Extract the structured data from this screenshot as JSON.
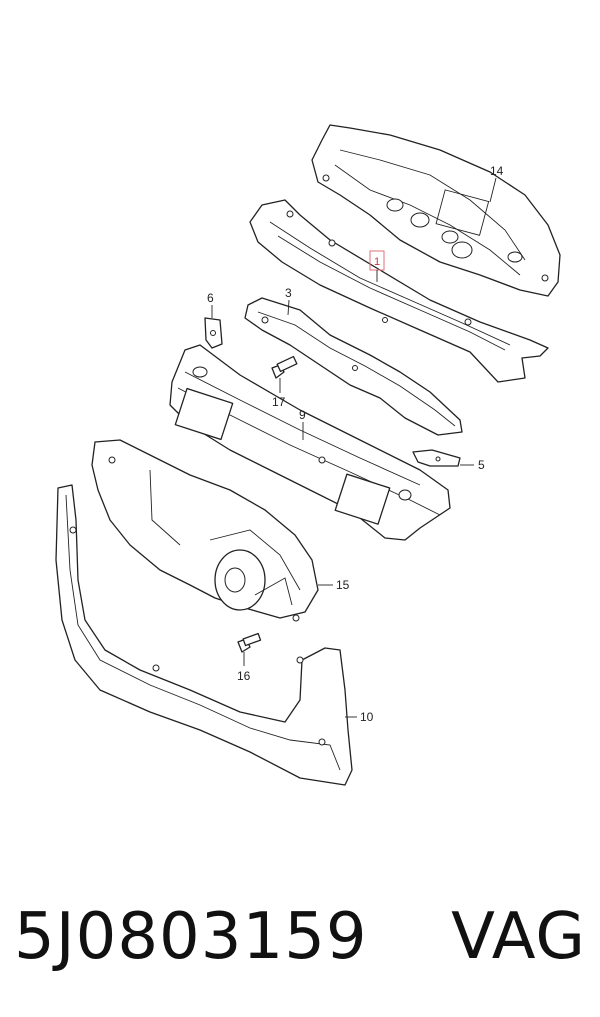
{
  "diagram": {
    "callouts": [
      {
        "id": "1",
        "label": "1",
        "highlighted": true
      },
      {
        "id": "3",
        "label": "3"
      },
      {
        "id": "5",
        "label": "5"
      },
      {
        "id": "6",
        "label": "6"
      },
      {
        "id": "9",
        "label": "9"
      },
      {
        "id": "10",
        "label": "10"
      },
      {
        "id": "14",
        "label": "14"
      },
      {
        "id": "15",
        "label": "15"
      },
      {
        "id": "16",
        "label": "16"
      },
      {
        "id": "17",
        "label": "17"
      }
    ],
    "highlight_color": "#e0707a"
  },
  "caption": {
    "part_number": "5J0803159",
    "brand": "VAG"
  }
}
